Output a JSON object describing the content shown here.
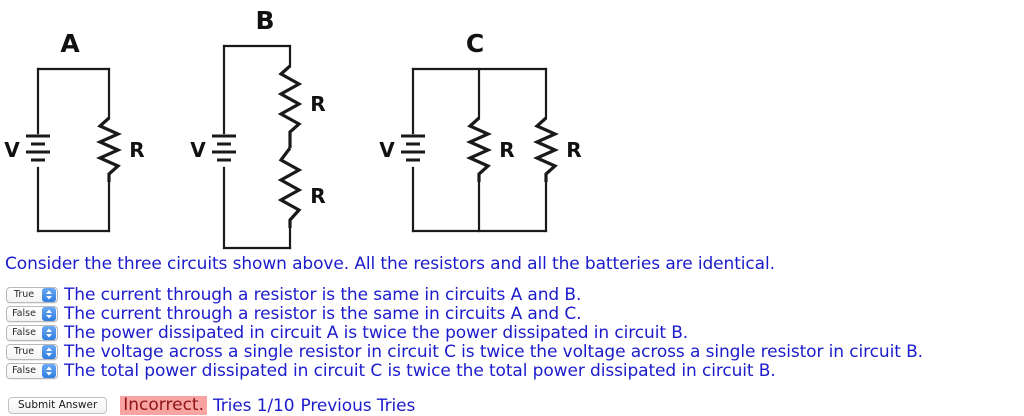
{
  "circuits": {
    "items": [
      {
        "title": "A",
        "battery_label": "V",
        "resistor_labels": [
          "R"
        ]
      },
      {
        "title": "B",
        "battery_label": "V",
        "resistor_labels": [
          "R",
          "R"
        ]
      },
      {
        "title": "C",
        "battery_label": "V",
        "resistor_labels": [
          "R",
          "R"
        ]
      }
    ]
  },
  "prompt": "Consider the three circuits shown above. All the resistors and all the batteries are identical.",
  "statements": [
    {
      "answer": "True",
      "text": "The current through a resistor is the same in circuits A and B."
    },
    {
      "answer": "False",
      "text": "The current through a resistor is the same in circuits A and C."
    },
    {
      "answer": "False",
      "text": "The power dissipated in circuit A is twice the power dissipated in circuit B."
    },
    {
      "answer": "True",
      "text": "The voltage across a single resistor in circuit C is twice the voltage across a single resistor in circuit B."
    },
    {
      "answer": "False",
      "text": "The total power dissipated in circuit C is twice the total power dissipated in circuit B."
    }
  ],
  "options": [
    "True",
    "False"
  ],
  "footer": {
    "submit_label": "Submit Answer",
    "verdict": "Incorrect.",
    "tries": "Tries 1/10",
    "previous_tries_label": "Previous Tries",
    "verdict_bg": "#f9a3a3",
    "verdict_color": "#8c1414",
    "text_color": "#1c1ccc"
  }
}
